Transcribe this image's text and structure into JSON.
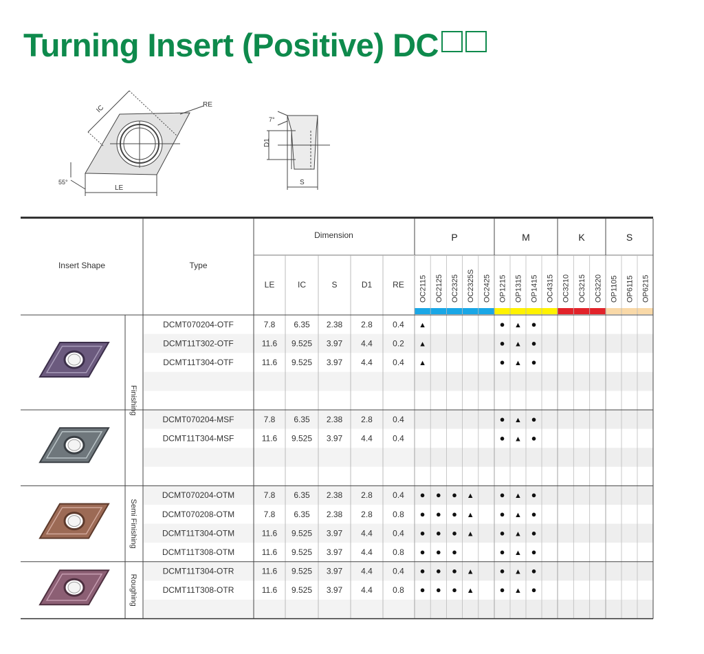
{
  "title": "Turning Insert (Positive)  DC",
  "colors": {
    "title": "#0e8a4c",
    "P": "#1aa7e6",
    "M": "#fff200",
    "K": "#e2232a",
    "S": "#f9d9a8"
  },
  "diagram_labels": {
    "ic": "IC",
    "re": "RE",
    "angle55": "55°",
    "le": "LE",
    "angle7": "7°",
    "d1": "D1",
    "s": "S"
  },
  "headers": {
    "insert_shape": "Insert Shape",
    "type": "Type",
    "dimension": "Dimension",
    "dims": [
      "LE",
      "IC",
      "S",
      "D1",
      "RE"
    ],
    "groups": [
      {
        "name": "P",
        "grades": [
          "OC2115",
          "OC2125",
          "OC2325",
          "OC2325S",
          "OC2425"
        ]
      },
      {
        "name": "M",
        "grades": [
          "OP1215",
          "OP1315",
          "OP1415",
          "OC4315"
        ]
      },
      {
        "name": "K",
        "grades": [
          "OC3210",
          "OC3215",
          "OC3220"
        ]
      },
      {
        "name": "S",
        "grades": [
          "OP1105",
          "OP6115",
          "OP6215"
        ]
      }
    ]
  },
  "sections": [
    {
      "label": "Finishing",
      "insert_color": "purple",
      "blocks": [
        {
          "insert_color": "purple",
          "rows": [
            {
              "type": "DCMT070204-OTF",
              "dims": [
                "7.8",
                "6.35",
                "2.38",
                "2.8",
                "0.4"
              ],
              "marks": [
                "▲",
                "",
                "",
                "",
                "",
                "●",
                "▲",
                "●",
                "",
                "",
                "",
                "",
                "",
                "",
                ""
              ]
            },
            {
              "type": "DCMT11T302-OTF",
              "dims": [
                "11.6",
                "9.525",
                "3.97",
                "4.4",
                "0.2"
              ],
              "marks": [
                "▲",
                "",
                "",
                "",
                "",
                "●",
                "▲",
                "●",
                "",
                "",
                "",
                "",
                "",
                "",
                ""
              ]
            },
            {
              "type": "DCMT11T304-OTF",
              "dims": [
                "11.6",
                "9.525",
                "3.97",
                "4.4",
                "0.4"
              ],
              "marks": [
                "▲",
                "",
                "",
                "",
                "",
                "●",
                "▲",
                "●",
                "",
                "",
                "",
                "",
                "",
                "",
                ""
              ]
            },
            {
              "type": "",
              "dims": [
                "",
                "",
                "",
                "",
                ""
              ],
              "marks": [
                "",
                "",
                "",
                "",
                "",
                "",
                "",
                "",
                "",
                "",
                "",
                "",
                "",
                "",
                ""
              ]
            },
            {
              "type": "",
              "dims": [
                "",
                "",
                "",
                "",
                ""
              ],
              "marks": [
                "",
                "",
                "",
                "",
                "",
                "",
                "",
                "",
                "",
                "",
                "",
                "",
                "",
                "",
                ""
              ]
            }
          ]
        },
        {
          "insert_color": "gray",
          "rows": [
            {
              "type": "DCMT070204-MSF",
              "dims": [
                "7.8",
                "6.35",
                "2.38",
                "2.8",
                "0.4"
              ],
              "marks": [
                "",
                "",
                "",
                "",
                "",
                "●",
                "▲",
                "●",
                "",
                "",
                "",
                "",
                "",
                "",
                ""
              ]
            },
            {
              "type": "DCMT11T304-MSF",
              "dims": [
                "11.6",
                "9.525",
                "3.97",
                "4.4",
                "0.4"
              ],
              "marks": [
                "",
                "",
                "",
                "",
                "",
                "●",
                "▲",
                "●",
                "",
                "",
                "",
                "",
                "",
                "",
                ""
              ]
            },
            {
              "type": "",
              "dims": [
                "",
                "",
                "",
                "",
                ""
              ],
              "marks": [
                "",
                "",
                "",
                "",
                "",
                "",
                "",
                "",
                "",
                "",
                "",
                "",
                "",
                "",
                ""
              ]
            },
            {
              "type": "",
              "dims": [
                "",
                "",
                "",
                "",
                ""
              ],
              "marks": [
                "",
                "",
                "",
                "",
                "",
                "",
                "",
                "",
                "",
                "",
                "",
                "",
                "",
                "",
                ""
              ]
            }
          ]
        }
      ]
    },
    {
      "label": "Semi Finishing",
      "insert_color": "bronze",
      "blocks": [
        {
          "insert_color": "bronze",
          "rows": [
            {
              "type": "DCMT070204-OTM",
              "dims": [
                "7.8",
                "6.35",
                "2.38",
                "2.8",
                "0.4"
              ],
              "marks": [
                "●",
                "●",
                "●",
                "▲",
                "",
                "●",
                "▲",
                "●",
                "",
                "",
                "",
                "",
                "",
                "",
                ""
              ]
            },
            {
              "type": "DCMT070208-OTM",
              "dims": [
                "7.8",
                "6.35",
                "2.38",
                "2.8",
                "0.8"
              ],
              "marks": [
                "●",
                "●",
                "●",
                "▲",
                "",
                "●",
                "▲",
                "●",
                "",
                "",
                "",
                "",
                "",
                "",
                ""
              ]
            },
            {
              "type": "DCMT11T304-OTM",
              "dims": [
                "11.6",
                "9.525",
                "3.97",
                "4.4",
                "0.4"
              ],
              "marks": [
                "●",
                "●",
                "●",
                "▲",
                "",
                "●",
                "▲",
                "●",
                "",
                "",
                "",
                "",
                "",
                "",
                ""
              ]
            },
            {
              "type": "DCMT11T308-OTM",
              "dims": [
                "11.6",
                "9.525",
                "3.97",
                "4.4",
                "0.8"
              ],
              "marks": [
                "●",
                "●",
                "●",
                "",
                "",
                "●",
                "▲",
                "●",
                "",
                "",
                "",
                "",
                "",
                "",
                ""
              ]
            }
          ]
        }
      ]
    },
    {
      "label": "Roughing",
      "insert_color": "mauve",
      "blocks": [
        {
          "insert_color": "mauve",
          "rows": [
            {
              "type": "DCMT11T304-OTR",
              "dims": [
                "11.6",
                "9.525",
                "3.97",
                "4.4",
                "0.4"
              ],
              "marks": [
                "●",
                "●",
                "●",
                "▲",
                "",
                "●",
                "▲",
                "●",
                "",
                "",
                "",
                "",
                "",
                "",
                ""
              ]
            },
            {
              "type": "DCMT11T308-OTR",
              "dims": [
                "11.6",
                "9.525",
                "3.97",
                "4.4",
                "0.8"
              ],
              "marks": [
                "●",
                "●",
                "●",
                "▲",
                "",
                "●",
                "▲",
                "●",
                "",
                "",
                "",
                "",
                "",
                "",
                ""
              ]
            },
            {
              "type": "",
              "dims": [
                "",
                "",
                "",
                "",
                ""
              ],
              "marks": [
                "",
                "",
                "",
                "",
                "",
                "",
                "",
                "",
                "",
                "",
                "",
                "",
                "",
                "",
                ""
              ]
            }
          ]
        }
      ]
    }
  ]
}
